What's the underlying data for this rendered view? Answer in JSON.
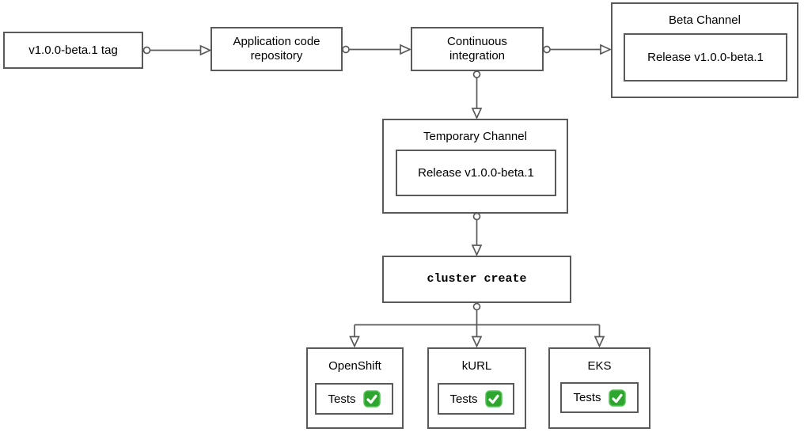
{
  "colors": {
    "stroke": "#595959",
    "background": "#ffffff",
    "text": "#000000",
    "check_green": "#2ea52e",
    "check_green_light": "#55c455",
    "check_mark": "#ffffff"
  },
  "diagram": {
    "tag": {
      "label": "v1.0.0-beta.1 tag"
    },
    "repo": {
      "label": "Application code repository"
    },
    "ci": {
      "label": "Continuous integration"
    },
    "beta_channel": {
      "title": "Beta Channel",
      "release_label": "Release v1.0.0-beta.1"
    },
    "temporary_channel": {
      "title": "Temporary Channel",
      "release_label": "Release v1.0.0-beta.1"
    },
    "cluster_create": {
      "label": "cluster create"
    },
    "clusters": {
      "openshift": {
        "title": "OpenShift",
        "tests_label": "Tests",
        "status_icon": "check-mark-button"
      },
      "kurl": {
        "title": "kURL",
        "tests_label": "Tests",
        "status_icon": "check-mark-button"
      },
      "eks": {
        "title": "EKS",
        "tests_label": "Tests",
        "status_icon": "check-mark-button"
      }
    }
  }
}
